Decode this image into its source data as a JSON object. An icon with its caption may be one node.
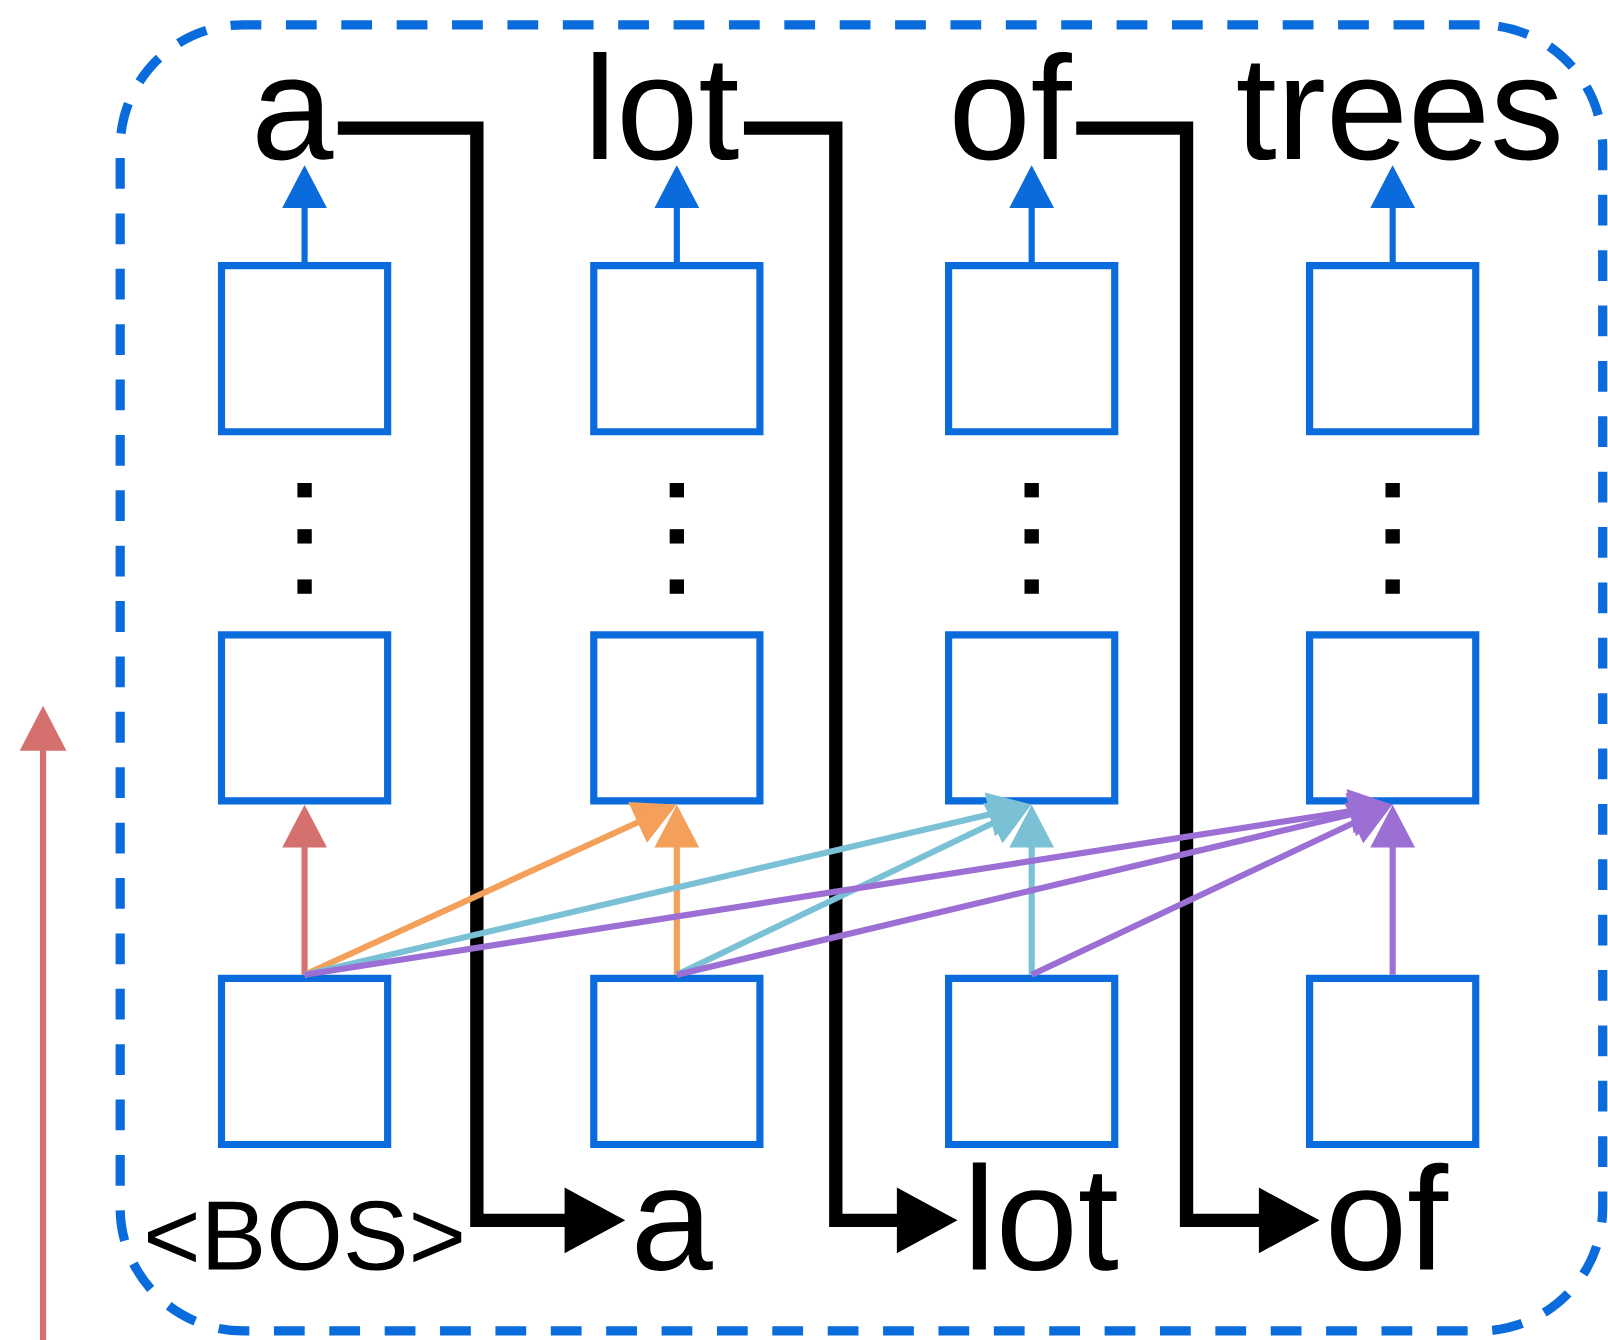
{
  "diagram": {
    "nodes": [
      {
        "text": [],
        "shape": "box"
      },
      {
        "text": [
          "a"
        ],
        "in": 0
      },
      {
        "text": [
          "lot"
        ],
        "in": 0
      },
      {
        "text": [
          "of"
        ],
        "in": 0
      },
      {
        "text": [
          "trees"
        ],
        "in": 0
      },
      {
        "text": [],
        "shape": "box",
        "in": 0
      },
      {
        "text": [],
        "shape": "box",
        "in": 0
      },
      {
        "text": [],
        "shape": "box",
        "in": 0
      },
      {
        "text": [],
        "shape": "box",
        "in": 0
      },
      {
        "text": [],
        "shape": "box",
        "in": 0
      },
      {
        "text": [],
        "shape": "box",
        "in": 0
      },
      {
        "text": [],
        "shape": "box",
        "in": 0
      },
      {
        "text": [],
        "shape": "box",
        "in": 0
      },
      {
        "text": [],
        "shape": "box",
        "in": 0
      },
      {
        "text": [],
        "shape": "box",
        "in": 0
      },
      {
        "text": [],
        "shape": "box",
        "in": 0
      },
      {
        "text": [],
        "shape": "box",
        "in": 0
      },
      {
        "text": [
          "<BOS>"
        ],
        "in": 0
      },
      {
        "text": [
          "a"
        ],
        "in": 0
      },
      {
        "text": [
          "lot"
        ],
        "in": 0
      },
      {
        "text": [
          "of"
        ],
        "in": 0
      }
    ],
    "edges": [
      {
        "from": 5,
        "to": 1,
        "arrow": "to",
        "color": "#0a6cdc"
      },
      {
        "from": 6,
        "to": 2,
        "arrow": "to",
        "color": "#0a6cdc"
      },
      {
        "from": 7,
        "to": 3,
        "arrow": "to",
        "color": "#0a6cdc"
      },
      {
        "from": 8,
        "to": 4,
        "arrow": "to",
        "color": "#0a6cdc"
      },
      {
        "from": 1,
        "to": 18,
        "arrow": "to",
        "style": "thick",
        "color": "#000000"
      },
      {
        "from": 2,
        "to": 19,
        "arrow": "to",
        "style": "thick",
        "color": "#000000"
      },
      {
        "from": 3,
        "to": 20,
        "arrow": "to",
        "style": "thick",
        "color": "#000000"
      },
      {
        "from": 13,
        "to": 9,
        "arrow": "to",
        "color": "#d4706e"
      },
      {
        "from": 13,
        "to": 10,
        "arrow": "to",
        "color": "#f5a05a"
      },
      {
        "from": 14,
        "to": 10,
        "arrow": "to",
        "color": "#f5a05a"
      },
      {
        "from": 13,
        "to": 11,
        "arrow": "to",
        "color": "#7bc1d6"
      },
      {
        "from": 14,
        "to": 11,
        "arrow": "to",
        "color": "#7bc1d6"
      },
      {
        "from": 15,
        "to": 11,
        "arrow": "to",
        "color": "#7bc1d6"
      },
      {
        "from": 13,
        "to": 12,
        "arrow": "to",
        "color": "#9c6fd4"
      },
      {
        "from": 14,
        "to": 12,
        "arrow": "to",
        "color": "#9c6fd4"
      },
      {
        "from": 15,
        "to": 12,
        "arrow": "to",
        "color": "#9c6fd4"
      },
      {
        "from": 16,
        "to": 12,
        "arrow": "to",
        "color": "#9c6fd4"
      }
    ]
  }
}
